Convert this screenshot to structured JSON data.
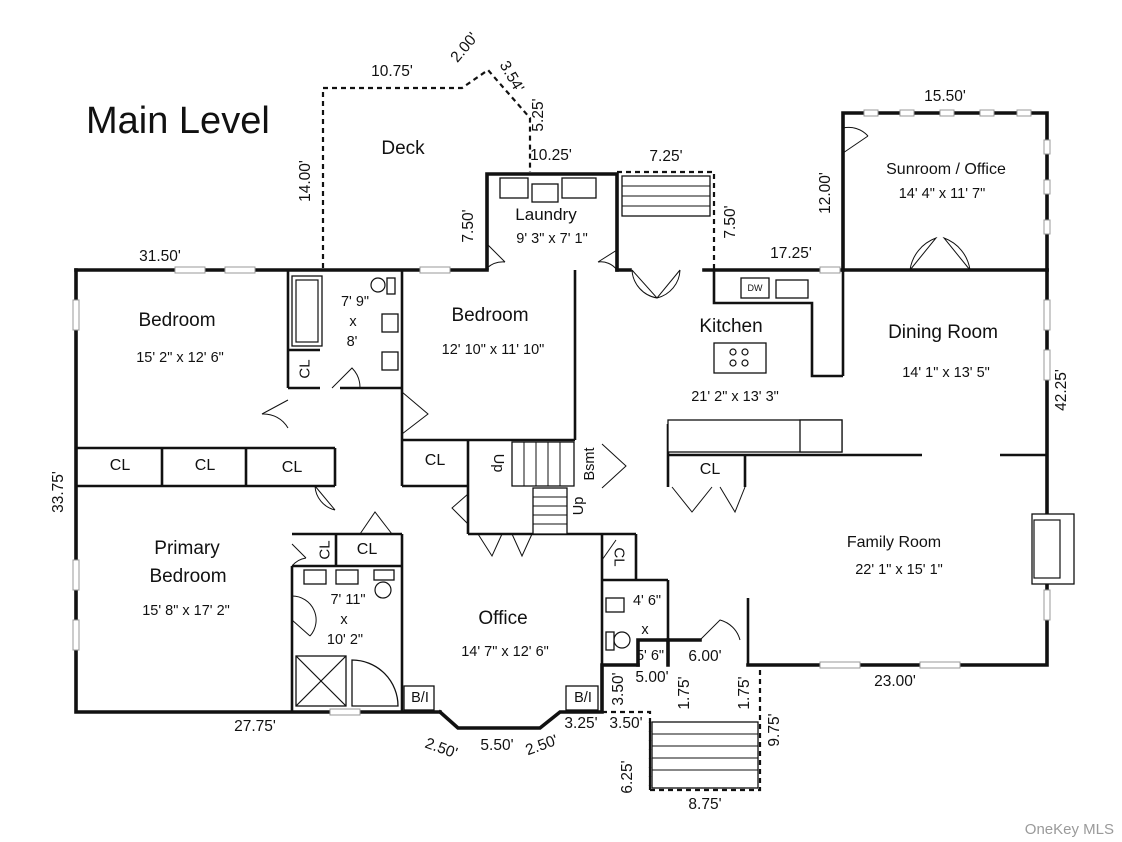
{
  "title": "Main Level",
  "watermark": "OneKey MLS",
  "rooms": {
    "deck": "Deck",
    "laundry": "Laundry",
    "laundry_size": "9' 3\" x 7' 1\"",
    "sunroom": "Sunroom / Office",
    "sunroom_size": "14' 4\" x 11' 7\"",
    "bedroom1": "Bedroom",
    "bedroom1_size": "15' 2\" x 12' 6\"",
    "bath1_w": "7' 9\"",
    "bath1_x": "x",
    "bath1_h": "8'",
    "bedroom2": "Bedroom",
    "bedroom2_size": "12' 10\" x 11' 10\"",
    "kitchen": "Kitchen",
    "kitchen_size": "21' 2\" x 13' 3\"",
    "dining": "Dining Room",
    "dining_size": "14' 1\" x 13' 5\"",
    "primary_line1": "Primary",
    "primary_line2": "Bedroom",
    "primary_size": "15' 8\" x 17' 2\"",
    "bath2_w": "7' 11\"",
    "bath2_x": "x",
    "bath2_h": "10' 2\"",
    "office": "Office",
    "office_size": "14' 7\" x 12' 6\"",
    "halfbath_w": "4' 6\"",
    "halfbath_x": "x",
    "halfbath_h": "5' 6\"",
    "family": "Family Room",
    "family_size": "22' 1\" x 15' 1\""
  },
  "labels": {
    "closet": "CL",
    "builtin": "B/I",
    "up": "Up",
    "bsmt": "Bsmt",
    "dishwasher": "DW"
  },
  "dimensions": {
    "deck_top": "10.75'",
    "deck_angle": "2.00'",
    "deck_diag": "3.54'",
    "deck_right": "5.25'",
    "deck_left": "14.00'",
    "laundry_top": "10.25'",
    "laundry_left": "7.50'",
    "stairs_top": "7.25'",
    "stairs_right": "7.50'",
    "sunroom_top": "15.50'",
    "sunroom_left": "12.00'",
    "kitchen_wall": "17.25'",
    "house_right": "42.25'",
    "house_top_left": "31.50'",
    "house_left": "33.75'",
    "bottom_left": "27.75'",
    "bay_left": "2.50'",
    "bay_mid": "5.50'",
    "bay_right": "2.50'",
    "bay_return": "3.25'",
    "entry_a": "3.50'",
    "entry_b": "3.50'",
    "entry_c": "5.00'",
    "entry_d": "6.00'",
    "entry_e": "1.75'",
    "entry_f": "1.75'",
    "porch_right": "9.75'",
    "porch_left": "6.25'",
    "porch_bottom": "8.75'",
    "family_bottom": "23.00'"
  }
}
